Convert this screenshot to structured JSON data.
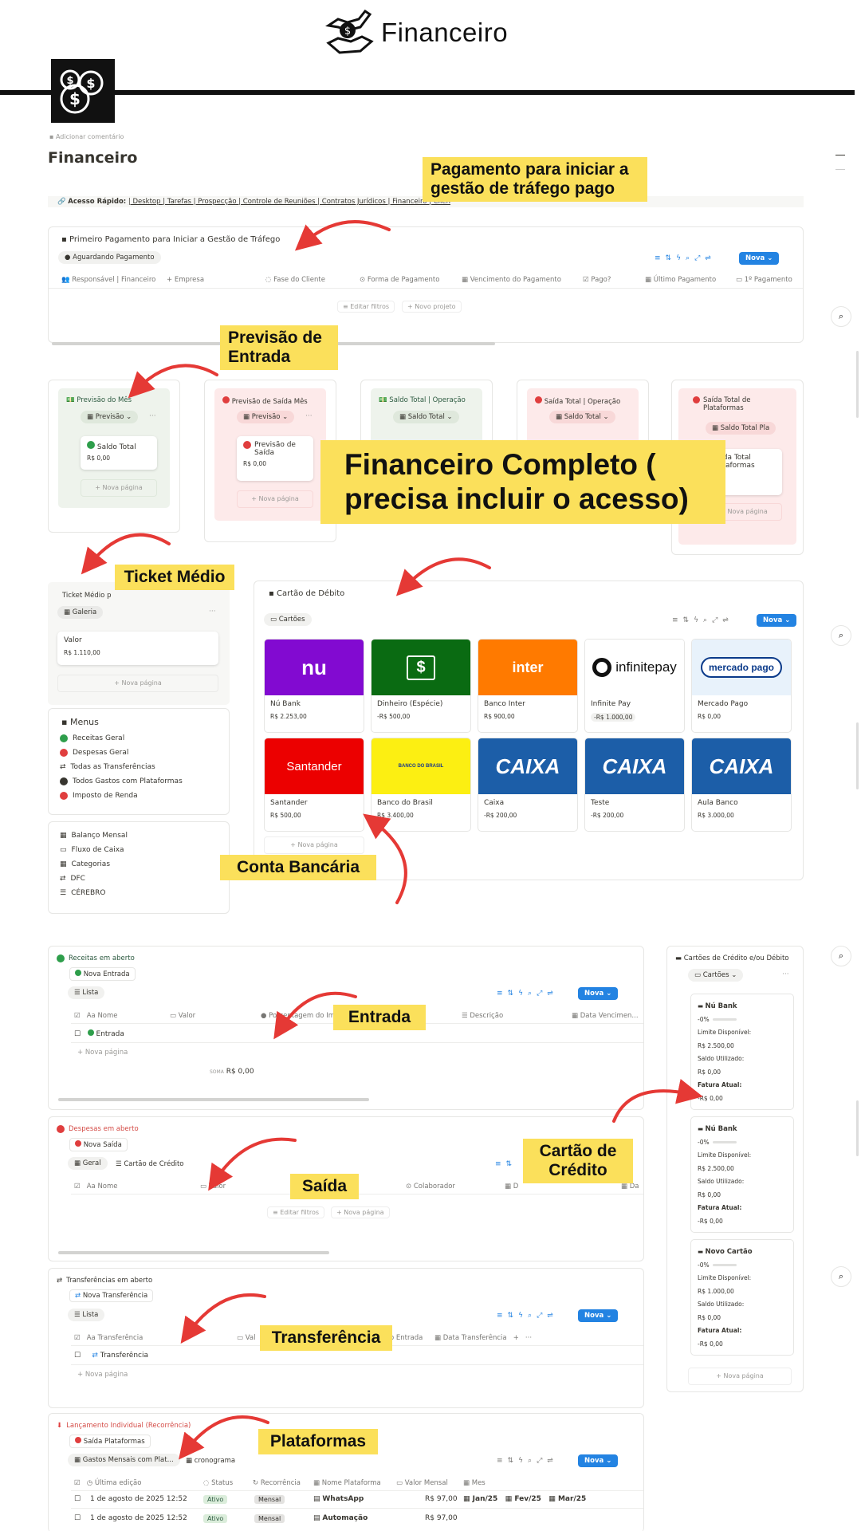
{
  "header": {
    "title": "Financeiro"
  },
  "page": {
    "add_comment": "Adicionar comentário",
    "title": "Financeiro"
  },
  "quick_access": {
    "label": "Acesso Rápido:",
    "links": "| Desktop | Tarefas | Prospecção | Controle de Reuniões | Contratos Jurídicos | Financeiro | Clien"
  },
  "annotations": {
    "pagamento": "Pagamento para iniciar a gestão de tráfego pago",
    "previsao": "Previsão de Entrada",
    "completo": "Financeiro Completo ( precisa incluir o acesso)",
    "ticket": "Ticket Médio",
    "conta": "Conta Bancária",
    "entrada": "Entrada",
    "cartao": "Cartão de Crédito",
    "saida": "Saída",
    "transferencia": "Transferência",
    "plataformas": "Plataformas"
  },
  "first_payment": {
    "title": "Primeiro Pagamento para Iniciar a Gestão de Tráfego",
    "tab": "Aguardando Pagamento",
    "new_button": "Nova",
    "columns": [
      "Responsável | Financeiro",
      "Empresa",
      "Fase do Cliente",
      "Forma de Pagamento",
      "Vencimento do Pagamento",
      "Pago?",
      "Último Pagamento",
      "1º Pagamento"
    ],
    "edit_filters": "Editar filtros",
    "new_project": "Novo projeto"
  },
  "boards": [
    {
      "title": "Previsão do Mês",
      "view": "Previsão",
      "card_title": "Saldo Total",
      "card_value": "R$ 0,00",
      "new_page": "Nova página"
    },
    {
      "title": "Previsão de Saída Mês",
      "view": "Previsão",
      "card_title": "Previsão de Saída",
      "card_value": "R$ 0,00",
      "new_page": "Nova página"
    },
    {
      "title": "Saldo Total | Operação",
      "view": "Saldo Total"
    },
    {
      "title": "Saída Total | Operação",
      "view": "Saldo Total"
    },
    {
      "title": "Saída Total de Plataformas",
      "view": "Saldo Total Pla",
      "card_title": "Saída Total Plataformas",
      "card_value": ",00",
      "new_page": "Nova página"
    }
  ],
  "ticket": {
    "title": "Ticket Médio p",
    "view": "Galeria",
    "card_title": "Valor",
    "card_value": "R$ 1.110,00",
    "new_page": "Nova página"
  },
  "menus": {
    "title": "Menus",
    "items": [
      "Receitas Geral",
      "Despesas Geral",
      "Todas as Transferências",
      "Todos Gastos com Plataformas",
      "Imposto de Renda"
    ],
    "items2": [
      "Balanço Mensal",
      "Fluxo de Caixa",
      "Categorias",
      "DFC",
      "CÉREBRO"
    ]
  },
  "debit": {
    "title": "Cartão de Débito",
    "view": "Cartões",
    "new_button": "Nova",
    "new_page": "Nova página",
    "banks": [
      {
        "logo": "nu",
        "name": "Nú Bank",
        "value": "R$ 2.253,00"
      },
      {
        "logo": "$",
        "name": "Dinheiro (Espécie)",
        "value": "-R$ 500,00"
      },
      {
        "logo": "inter",
        "name": "Banco Inter",
        "value": "R$ 900,00"
      },
      {
        "logo": "infinitepay",
        "name": "Infinite Pay",
        "value": "-R$ 1.000,00"
      },
      {
        "logo": "mercado pago",
        "name": "Mercado Pago",
        "value": "R$ 0,00"
      },
      {
        "logo": "Santander",
        "name": "Santander",
        "value": "R$ 500,00"
      },
      {
        "logo": "BANCO DO BRASIL",
        "name": "Banco do Brasil",
        "value": "R$ 3.400,00"
      },
      {
        "logo": "CAIXA",
        "name": "Caixa",
        "value": "-R$ 200,00"
      },
      {
        "logo": "CAIXA",
        "name": "Teste",
        "value": "-R$ 200,00"
      },
      {
        "logo": "CAIXA",
        "name": "Aula Banco",
        "value": "R$ 3.000,00"
      }
    ]
  },
  "receitas": {
    "title": "Receitas em aberto",
    "new_button_label": "Nova Entrada",
    "view": "Lista",
    "new_button": "Nova",
    "columns": [
      "Nome",
      "Valor",
      "Porcentagem do Im",
      "Descrição",
      "Data Vencimen..."
    ],
    "row": "Entrada",
    "new_page": "Nova página",
    "sum_label": "SOMA",
    "sum_value": "R$ 0,00"
  },
  "despesas": {
    "title": "Despesas em aberto",
    "new_button_label": "Nova Saída",
    "views": [
      "Geral",
      "Cartão de Crédito"
    ],
    "columns": [
      "Nome",
      "Valor",
      "Colaborador",
      "D",
      "Da"
    ],
    "edit_filters": "Editar filtros",
    "new_page": "Nova página"
  },
  "transferencias": {
    "title": "Transferências em aberto",
    "new_button_label": "Nova Transferência",
    "view": "Lista",
    "new_button": "Nova",
    "columns": [
      "Transferência",
      "Val",
      "o Entrada",
      "Data Transferência"
    ],
    "row": "Transferência",
    "new_page": "Nova página"
  },
  "lancamento": {
    "title": "Lançamento Individual (Recorrência)",
    "new_button_label": "Saída Plataformas",
    "views": [
      "Gastos Mensais com Plat...",
      "cronograma"
    ],
    "new_button": "Nova",
    "columns": [
      "Última edição",
      "Status",
      "Recorrência",
      "Nome Plataforma",
      "Valor Mensal",
      "Mes"
    ],
    "rows": [
      {
        "date": "1 de agosto de 2025 12:52",
        "status": "Ativo",
        "rec": "Mensal",
        "name": "WhatsApp",
        "value": "R$ 97,00",
        "months": [
          "Jan/25",
          "Fev/25",
          "Mar/25"
        ]
      },
      {
        "date": "1 de agosto de 2025 12:52",
        "status": "Ativo",
        "rec": "Mensal",
        "name": "Automação",
        "value": "R$ 97,00",
        "months": []
      }
    ]
  },
  "credit": {
    "title": "Cartões de Crédito e/ou Débito",
    "view": "Cartões",
    "new_page": "Nova página",
    "cards": [
      {
        "name": "Nú Bank",
        "pct": "-0%",
        "limit_label": "Limite Disponível:",
        "limit": "R$ 2.500,00",
        "used_label": "Saldo Utilizado:",
        "used": "R$ 0,00",
        "invoice_label": "Fatura Atual:",
        "invoice": "-R$ 0,00"
      },
      {
        "name": "Nú Bank",
        "pct": "-0%",
        "limit_label": "Limite Disponível:",
        "limit": "R$ 2.500,00",
        "used_label": "Saldo Utilizado:",
        "used": "R$ 0,00",
        "invoice_label": "Fatura Atual:",
        "invoice": "-R$ 0,00"
      },
      {
        "name": "Novo Cartão",
        "pct": "-0%",
        "limit_label": "Limite Disponível:",
        "limit": "R$ 1.000,00",
        "used_label": "Saldo Utilizado:",
        "used": "R$ 0,00",
        "invoice_label": "Fatura Atual:",
        "invoice": "-R$ 0,00"
      }
    ]
  },
  "colors": {
    "accent": "#2383e2",
    "annotation": "#fbe05b",
    "arrow": "#e53935",
    "green": "#dbeddb",
    "red": "#fde8e8"
  }
}
